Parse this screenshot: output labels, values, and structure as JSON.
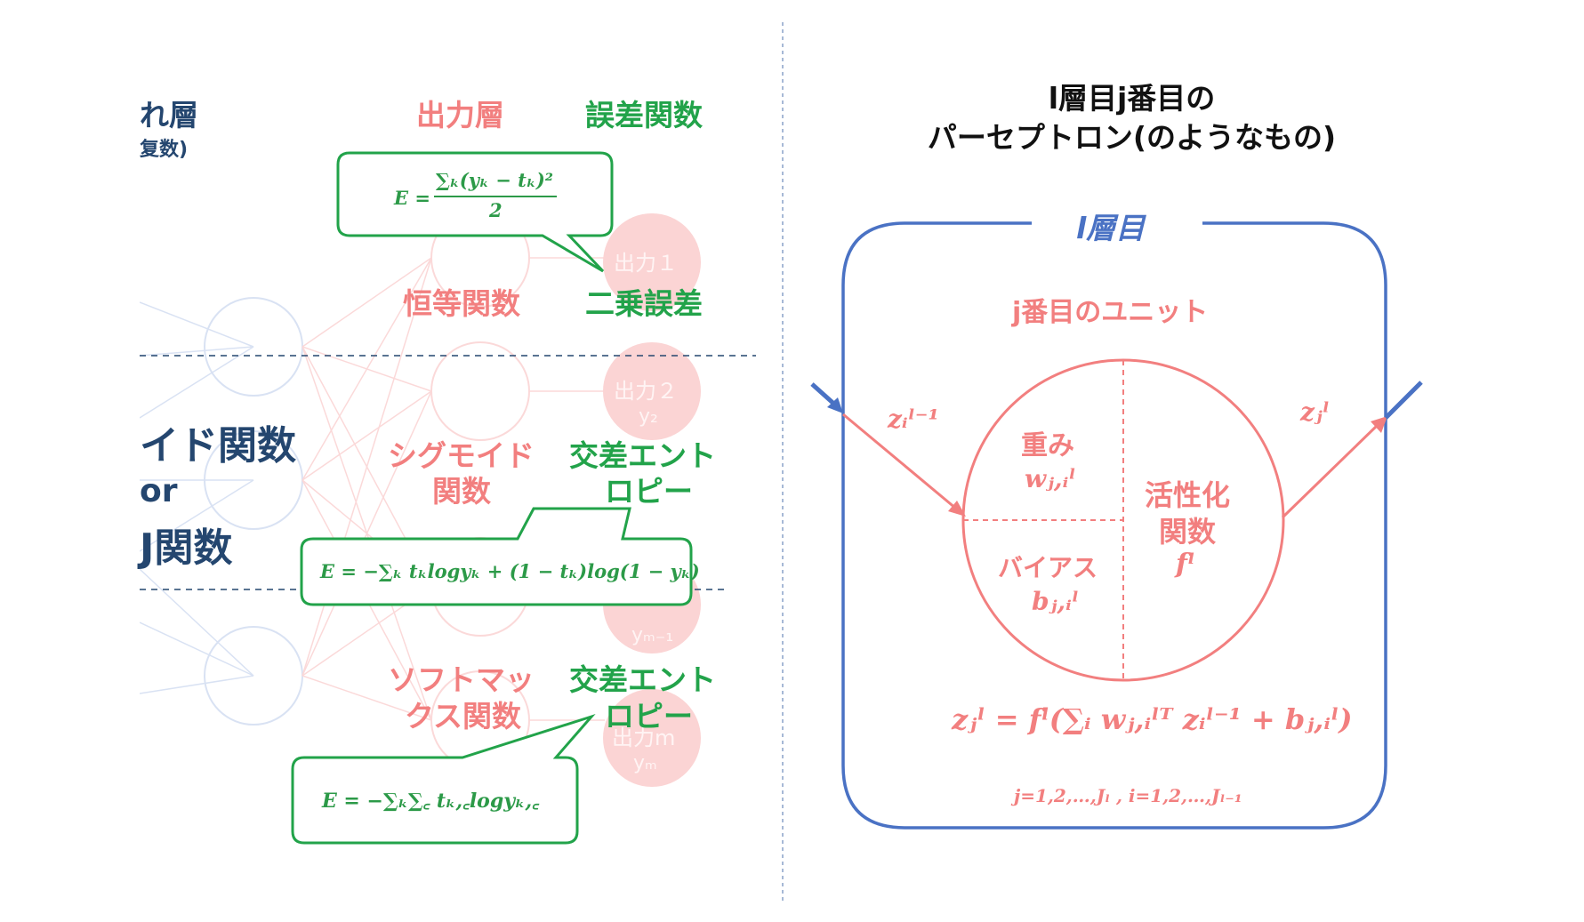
{
  "left": {
    "headers": {
      "hidden_layer_partial": "れ層",
      "hidden_layer_sub_partial": "复数)",
      "output_layer": "出力層",
      "error_function": "誤差関数"
    },
    "activation_partial": {
      "line1": "イド関数",
      "line2": "or",
      "line3": "J関数"
    },
    "output_nodes": {
      "node1": "出力１",
      "node2_top": "出力２",
      "node2_sub": "y₂",
      "node3_sub": "yₘ₋₁",
      "node4_top": "出力m",
      "node4_sub": "yₘ"
    },
    "rows": [
      {
        "activation": "恒等関数",
        "loss": "二乗誤差"
      },
      {
        "activation_line1": "シグモイド",
        "activation_line2": "関数",
        "loss_line1": "交差エント",
        "loss_line2": "ロピー"
      },
      {
        "activation_line1": "ソフトマッ",
        "activation_line2": "クス関数",
        "loss_line1": "交差エント",
        "loss_line2": "ロピー"
      }
    ],
    "formulas": {
      "mse_lhs": "E =",
      "mse_num": "∑ₖ(yₖ − tₖ)²",
      "mse_den": "2",
      "bce": "E = −∑ₖ tₖlogyₖ + (1 − tₖ)log(1 − yₖ)",
      "cce": "E = −∑ₖ∑꜀ tₖ,꜀logyₖ,꜀"
    }
  },
  "right": {
    "title_line1": "l層目j番目の",
    "title_line2": "パーセプトロン(のようなもの)",
    "layer_label": "l層目",
    "unit_label": "j番目のユニット",
    "input_label": "zᵢˡ⁻¹",
    "output_label": "zⱼˡ",
    "weight_label": "重み",
    "weight_symbol": "wⱼ,ᵢˡ",
    "bias_label": "バイアス",
    "bias_symbol": "bⱼ,ᵢˡ",
    "activation_line1": "活性化",
    "activation_line2": "関数",
    "activation_symbol": "fˡ",
    "equation": "zⱼˡ = fˡ(∑ᵢ wⱼ,ᵢˡᵀ zᵢˡ⁻¹ + bⱼ,ᵢˡ)",
    "index_range": "j=1,2,…,Jₗ , i=1,2,…,Jₗ₋₁"
  },
  "colors": {
    "navy": "#24466f",
    "pink": "#f27f7f",
    "green": "#22a34a",
    "blue": "#4a72c4"
  }
}
